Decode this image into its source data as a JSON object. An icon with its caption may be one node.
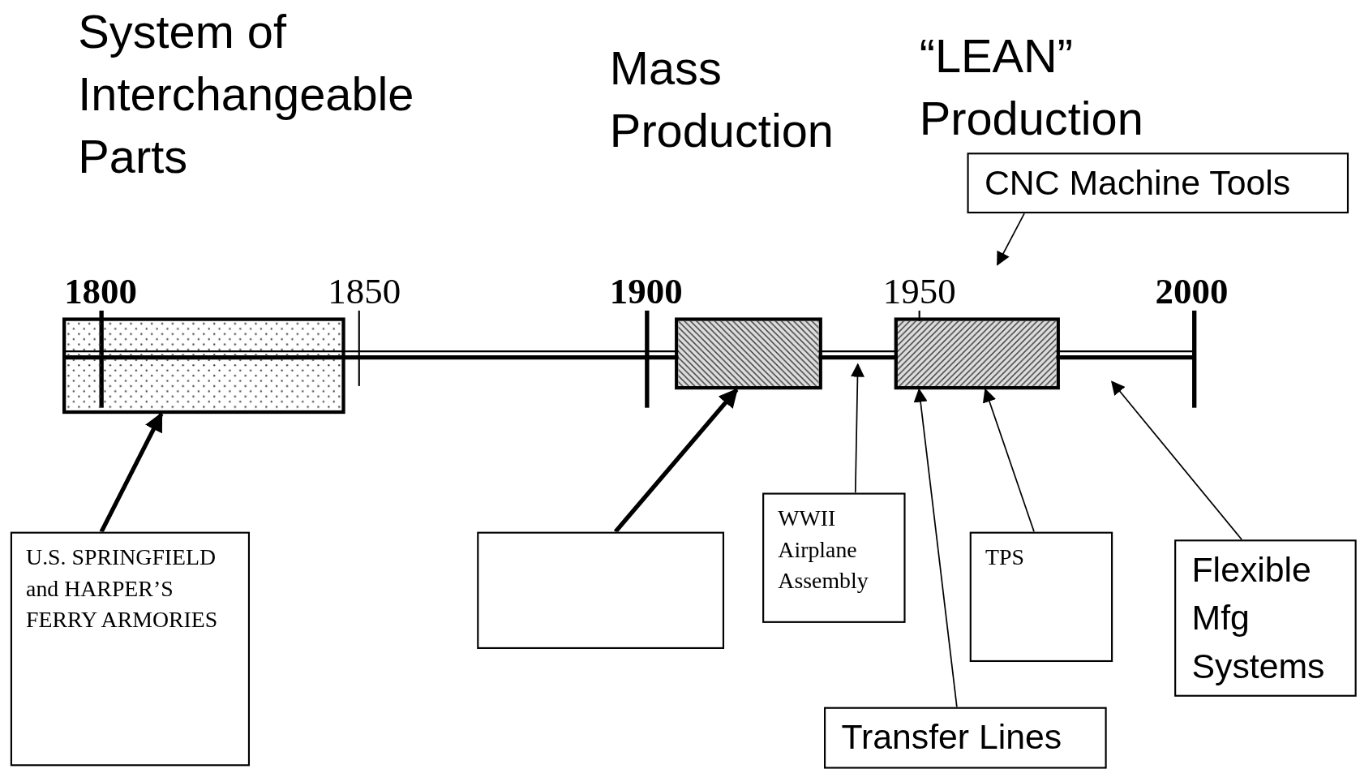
{
  "diagram": {
    "nodes": [
      {
        "text": [],
        "shape": "bar",
        "beside": [
          "System of Interchangeable Parts"
        ]
      },
      {
        "text": [],
        "shape": "bar",
        "beside": [
          "Mass Production"
        ]
      },
      {
        "text": [],
        "shape": "bar"
      },
      {
        "text": [
          "CNC Machine Tools"
        ]
      },
      {
        "text": [
          "U.S. SPRINGFIELD and HARPER’S FERRY ARMORIES"
        ]
      },
      {
        "text": [],
        "shape": "box"
      },
      {
        "text": [
          "WWII Airplane Assembly"
        ]
      },
      {
        "text": [
          "TPS"
        ]
      },
      {
        "text": [
          "Transfer Lines"
        ]
      },
      {
        "text": [
          "Flexible Mfg Systems"
        ]
      }
    ],
    "edges": [
      {
        "from": 3,
        "to": null,
        "arrow": "to"
      },
      {
        "from": 4,
        "to": 0,
        "arrow": "to",
        "style": "thick"
      },
      {
        "from": 5,
        "to": 1,
        "arrow": "to",
        "style": "thick"
      },
      {
        "from": 6,
        "to": null,
        "arrow": "to"
      },
      {
        "from": 7,
        "to": 2,
        "arrow": "to"
      },
      {
        "from": 8,
        "to": 2,
        "arrow": "to"
      },
      {
        "from": 9,
        "to": null,
        "arrow": "to"
      }
    ],
    "labels": [
      "“LEAN” Production",
      "1800",
      "1850",
      "1900",
      "1950",
      "2000"
    ]
  }
}
